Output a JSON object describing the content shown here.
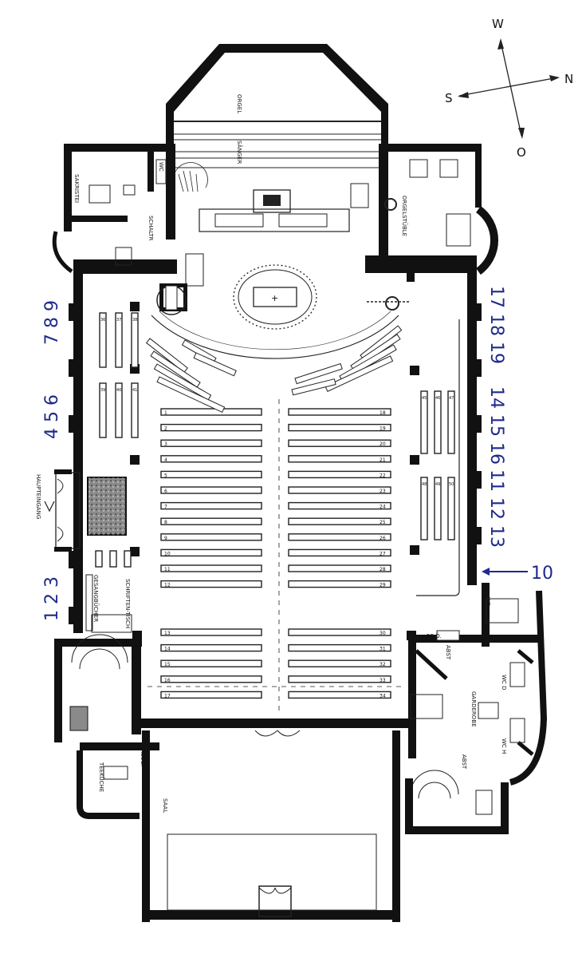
{
  "compass": {
    "w": "W",
    "n": "N",
    "s": "S",
    "o": "O"
  },
  "rooms": {
    "orgel": "ORGEL",
    "saenger": "SÄNGER",
    "sakristei": "SAKRISTEI",
    "wc_top": "WC",
    "schaltr": "SCHALTR",
    "orgelstueble": "ORGELSTÜBLE",
    "haupteingang": "HAUPTEINGANG",
    "gesangbuecher": "GESANGBÜCHER",
    "schriftentisch": "SCHRIFTEN-TISCH",
    "abst1": "ABST",
    "abst2": "ABST",
    "garderobe": "GARDEROBE",
    "wc_d": "WC D",
    "wc_h": "WC H",
    "wf": "WF",
    "space52": "52 Ö.",
    "ausg": "AUSG.",
    "teekueche": "TEEKÜCHE",
    "saal": "SAAL"
  },
  "section_numbers": {
    "left_top": "7 8 9",
    "left_mid": "4 5 6",
    "left_bottom": "1 2 3",
    "right_1": "17 18 19",
    "right_2": "14 15 16",
    "right_3": "11 12 13",
    "right_arrow_label": "10"
  },
  "pews_left": [
    "1",
    "2",
    "3",
    "4",
    "5",
    "6",
    "7",
    "8",
    "9",
    "10",
    "11",
    "12",
    "13",
    "14",
    "15",
    "16",
    "17"
  ],
  "pews_right": [
    "18",
    "19",
    "20",
    "21",
    "22",
    "23",
    "24",
    "25",
    "26",
    "27",
    "28",
    "29",
    "30",
    "31",
    "32",
    "33",
    "34"
  ],
  "side_pews_left": [
    "36",
    "37",
    "38",
    "39",
    "40",
    "41"
  ],
  "side_pews_right": [
    "45",
    "46",
    "47",
    "48",
    "49",
    "50"
  ],
  "colors": {
    "wall": "#111111",
    "numbers": "#1e2a8a"
  }
}
